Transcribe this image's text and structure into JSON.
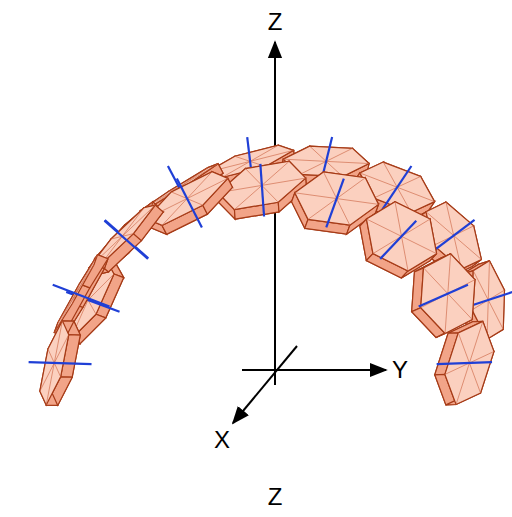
{
  "diagram": {
    "labels": [
      "Z",
      "Y",
      "X",
      "Z"
    ]
  }
}
